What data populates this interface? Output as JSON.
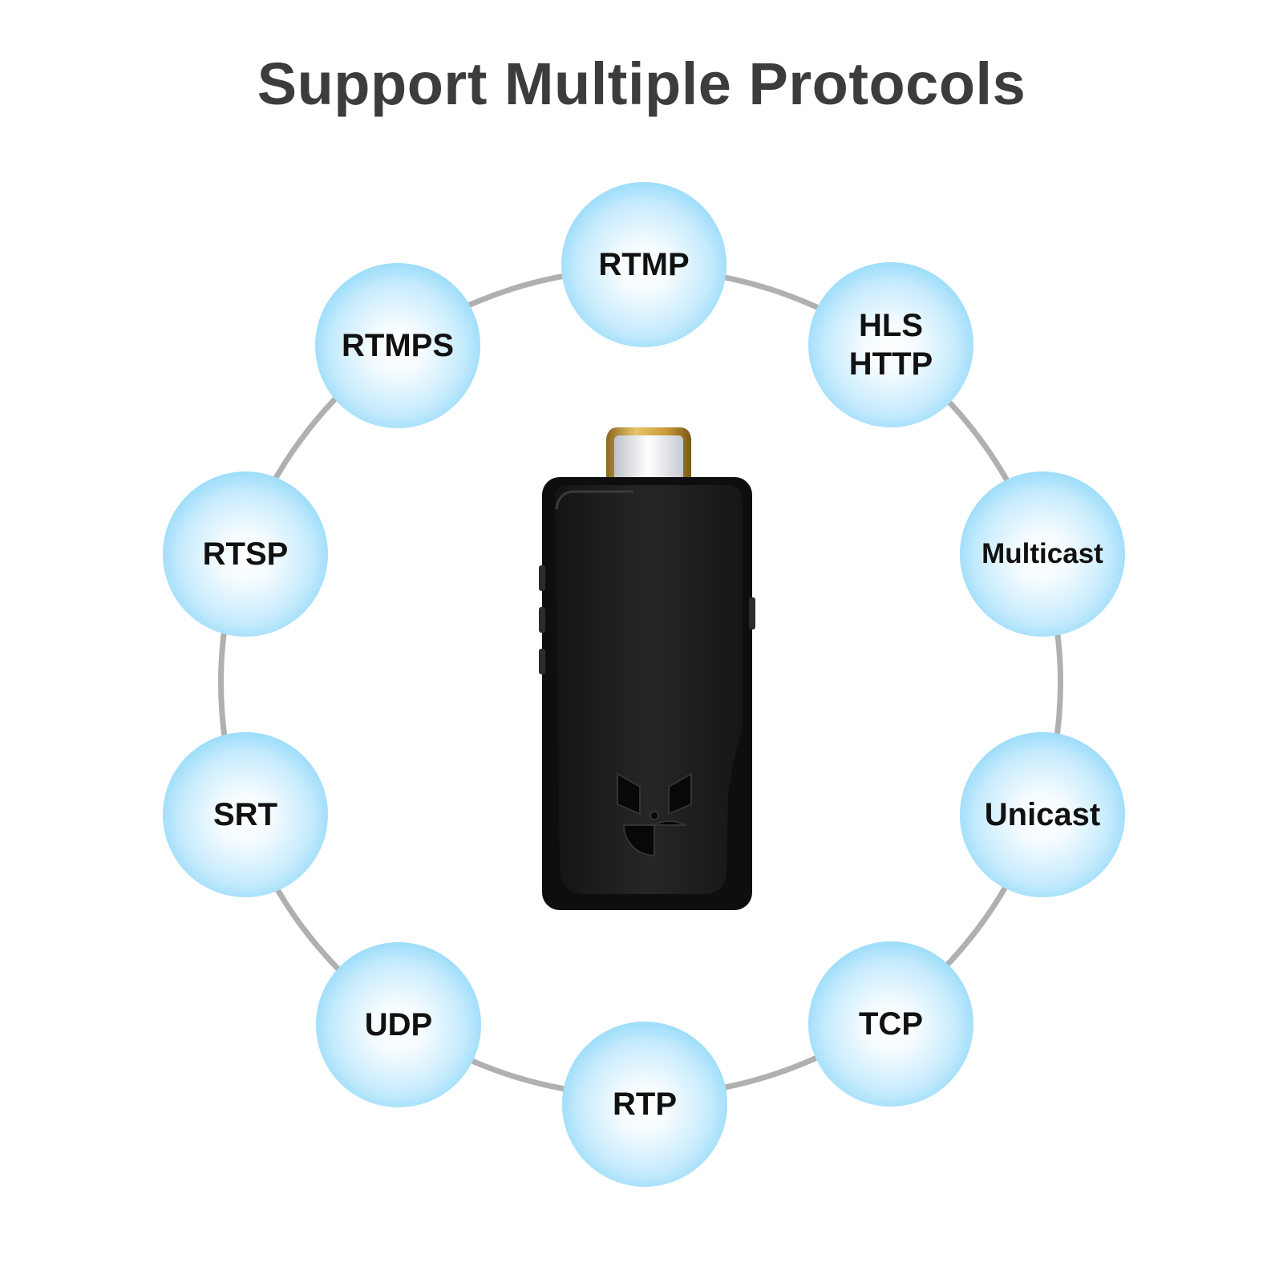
{
  "title": "Support Multiple Protocols",
  "protocols": [
    {
      "label": "RTMP"
    },
    {
      "label": "HLS\nHTTP"
    },
    {
      "label": "Multicast"
    },
    {
      "label": "Unicast"
    },
    {
      "label": "TCP"
    },
    {
      "label": "RTP"
    },
    {
      "label": "UDP"
    },
    {
      "label": "SRT"
    },
    {
      "label": "RTSP"
    },
    {
      "label": "RTMPS"
    }
  ],
  "device_icon": "hdmi-dongle-icon",
  "colors": {
    "node_edge": "#6ccbf6",
    "node_center": "#ffffff",
    "ring": "#b0b0b0",
    "title": "#3c3c3c",
    "device_body": "#1c1c1c",
    "connector": "#d4a640"
  }
}
